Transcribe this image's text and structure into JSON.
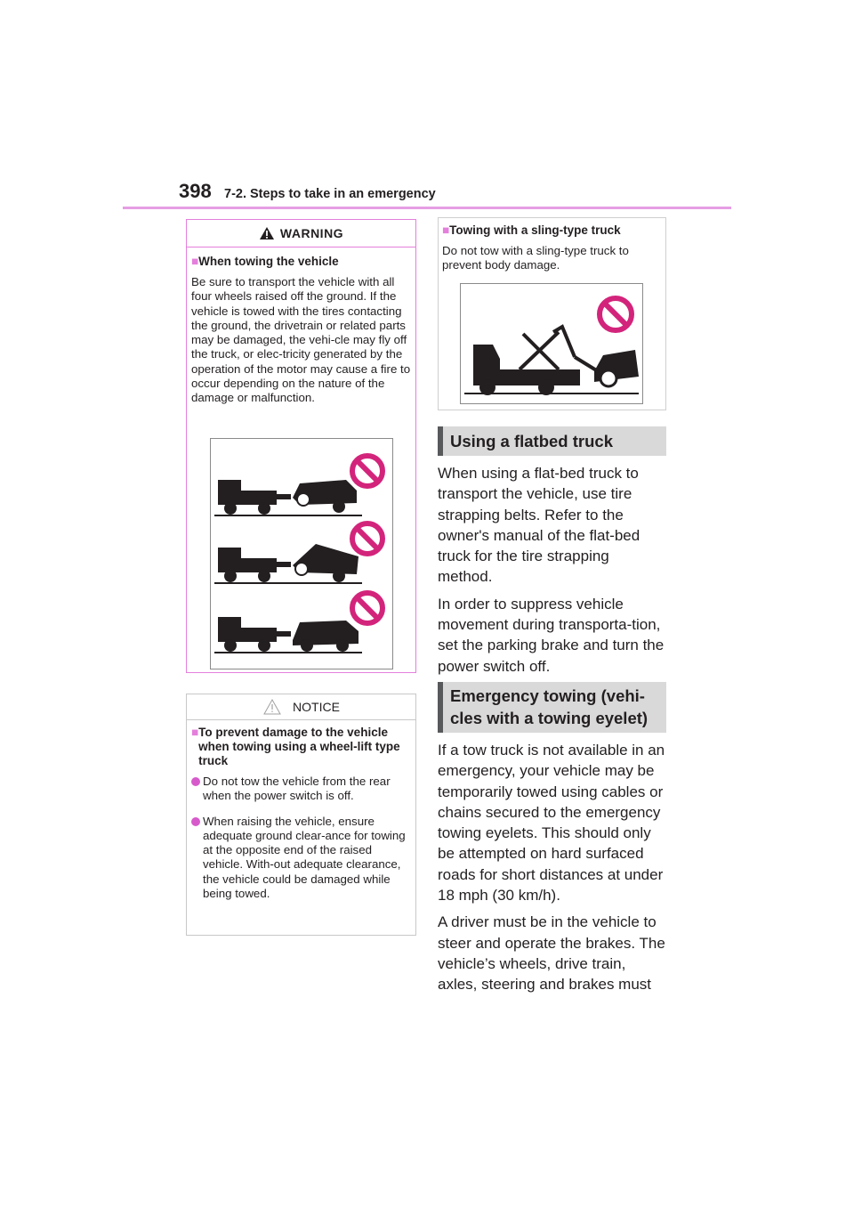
{
  "header": {
    "page_number": "398",
    "section": "7-2. Steps to take in an emergency"
  },
  "warning": {
    "label": "WARNING",
    "subhead": "When towing the vehicle",
    "text": "Be sure to transport the vehicle with all four wheels raised off the ground. If the vehicle is towed with the tires contacting the ground, the drivetrain or related parts may be damaged, the vehi-cle may fly off the truck, or elec-tricity generated by the operation of the motor may cause a fire to occur depending on the nature of the damage or malfunction."
  },
  "notice": {
    "label": "NOTICE",
    "subhead": "To prevent damage to the vehicle when towing using a wheel-lift type truck",
    "bullets": [
      "Do not tow the vehicle from the rear when the power switch is off.",
      "When raising the vehicle, ensure adequate ground clear-ance for towing at the opposite end of the raised vehicle. With-out adequate clearance, the vehicle could be damaged while being towed."
    ]
  },
  "sling": {
    "subhead": "Towing with a sling-type truck",
    "text": "Do not tow with a sling-type truck to prevent body damage."
  },
  "flatbed": {
    "heading": "Using a flatbed truck",
    "paragraphs": [
      "When using a flat-bed truck to transport the vehicle, use tire strapping belts. Refer to the owner's manual of the flat-bed truck for the tire strapping method.",
      "In order to suppress vehicle movement during transporta-tion, set the parking brake and turn the power switch off."
    ]
  },
  "emergency": {
    "heading_line1": "Emergency towing (vehi-",
    "heading_line2": "cles with a towing eyelet)",
    "paragraphs": [
      "If a tow truck is not available in an emergency, your vehicle may be temporarily towed using cables or chains secured to the emergency towing eyelets. This should only be attempted on hard surfaced roads for short distances at under 18 mph (30 km/h).",
      "A driver must be in the vehicle to steer and operate the brakes. The vehicle’s wheels, drive train, axles, steering and brakes must"
    ]
  },
  "colors": {
    "accent": "#e47fdc",
    "bullet": "#d75acb",
    "prohibit": "#d3247b",
    "bar_bg": "#d9d9d9",
    "bar_edge": "#58595b"
  }
}
